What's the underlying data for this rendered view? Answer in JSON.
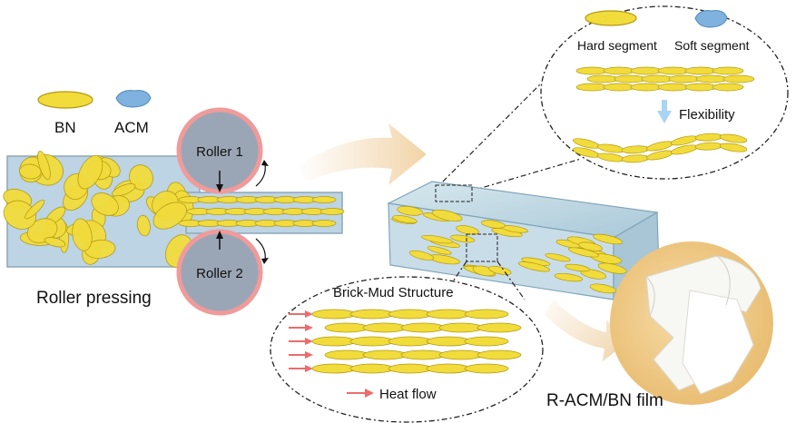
{
  "legend": {
    "bn": "BN",
    "acm": "ACM"
  },
  "rollers": {
    "top": "Roller 1",
    "bottom": "Roller 2"
  },
  "process_label": "Roller pressing",
  "inset_top": {
    "hard": "Hard segment",
    "soft": "Soft segment",
    "flex": "Flexibility"
  },
  "inset_bottom": {
    "title": "Brick-Mud Structure",
    "heat": "Heat flow"
  },
  "film_label": "R-ACM/BN film",
  "colors": {
    "bn_fill": "#f2dc3c",
    "bn_edge": "#b29a10",
    "acm_blue": "#7fb2de",
    "matrix": "#bcd4e3",
    "roller_fill": "#9aa6b6",
    "roller_rim": "#f09a9a",
    "heat_arrow": "#ee6b6b",
    "flow_arrow": "#f2dab6",
    "flex_arrow": "#a9d4f3",
    "film_bg": "#eec98a"
  }
}
